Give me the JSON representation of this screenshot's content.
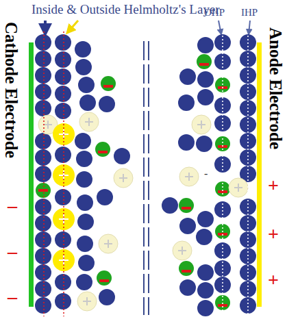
{
  "diagram": {
    "title": "Inside & Outside Helmholtz's Layer",
    "labels": [
      "OHP",
      "IHP",
      "Cathode Electrode",
      "Anode Electrode",
      "–",
      "–",
      "–",
      "+",
      "+",
      "+",
      "-"
    ]
  }
}
